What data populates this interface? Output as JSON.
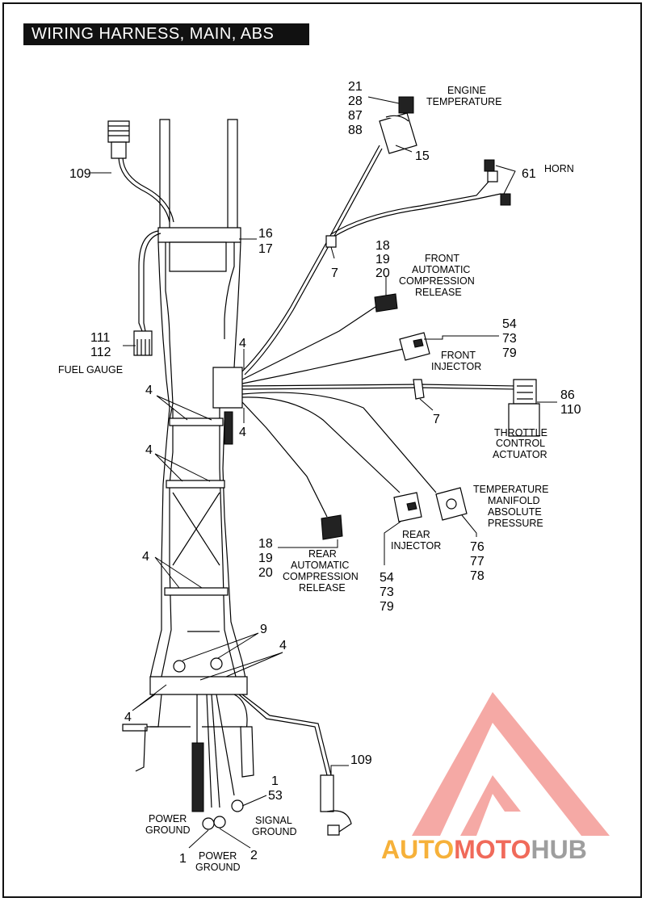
{
  "title": "WIRING HARNESS, MAIN, ABS",
  "callouts": {
    "c_21_28_87_88": [
      "21",
      "28",
      "87",
      "88"
    ],
    "c_15": "15",
    "c_61": "61",
    "c_109_top": "109",
    "c_16_17": [
      "16",
      "17"
    ],
    "c_7_top": "7",
    "c_18_19_20_front": [
      "18",
      "19",
      "20"
    ],
    "c_111_112": [
      "111",
      "112"
    ],
    "c_54_73_79_front": [
      "54",
      "73",
      "79"
    ],
    "c_4_a": "4",
    "c_4_b": "4",
    "c_4_left1": "4",
    "c_4_left2": "4",
    "c_4_left3": "4",
    "c_86_110": [
      "86",
      "110"
    ],
    "c_7_mid": "7",
    "c_18_19_20_rear": [
      "18",
      "19",
      "20"
    ],
    "c_54_73_79_rear": [
      "54",
      "73",
      "79"
    ],
    "c_76_77_78": [
      "76",
      "77",
      "78"
    ],
    "c_9": "9",
    "c_4_bottom_right": "4",
    "c_4_bottom_left": "4",
    "c_109_bottom": "109",
    "c_1_53": [
      "1",
      "53"
    ],
    "c_1": "1",
    "c_2": "2"
  },
  "labels": {
    "engine_temperature": [
      "ENGINE",
      "TEMPERATURE"
    ],
    "horn": "HORN",
    "front_acr": [
      "FRONT",
      "AUTOMATIC",
      "COMPRESSION",
      "RELEASE"
    ],
    "fuel_gauge": "FUEL GAUGE",
    "front_injector": [
      "FRONT",
      "INJECTOR"
    ],
    "throttle_control_actuator": [
      "THROTTLE",
      "CONTROL",
      "ACTUATOR"
    ],
    "tmap": [
      "TEMPERATURE",
      "MANIFOLD",
      "ABSOLUTE",
      "PRESSURE"
    ],
    "rear_acr": [
      "REAR",
      "AUTOMATIC",
      "COMPRESSION",
      "RELEASE"
    ],
    "rear_injector": [
      "REAR",
      "INJECTOR"
    ],
    "power_ground_left": [
      "POWER",
      "GROUND"
    ],
    "power_ground_bottom": [
      "POWER",
      "GROUND"
    ],
    "signal_ground": [
      "SIGNAL",
      "GROUND"
    ]
  },
  "watermark": {
    "text_a": "AUTO",
    "text_b": "MOTO",
    "text_c": "HUB",
    "color_a": "#f6b13a",
    "color_b": "#f06a5a",
    "color_c": "#9e9e9e",
    "logo_color": "#f39a95"
  }
}
